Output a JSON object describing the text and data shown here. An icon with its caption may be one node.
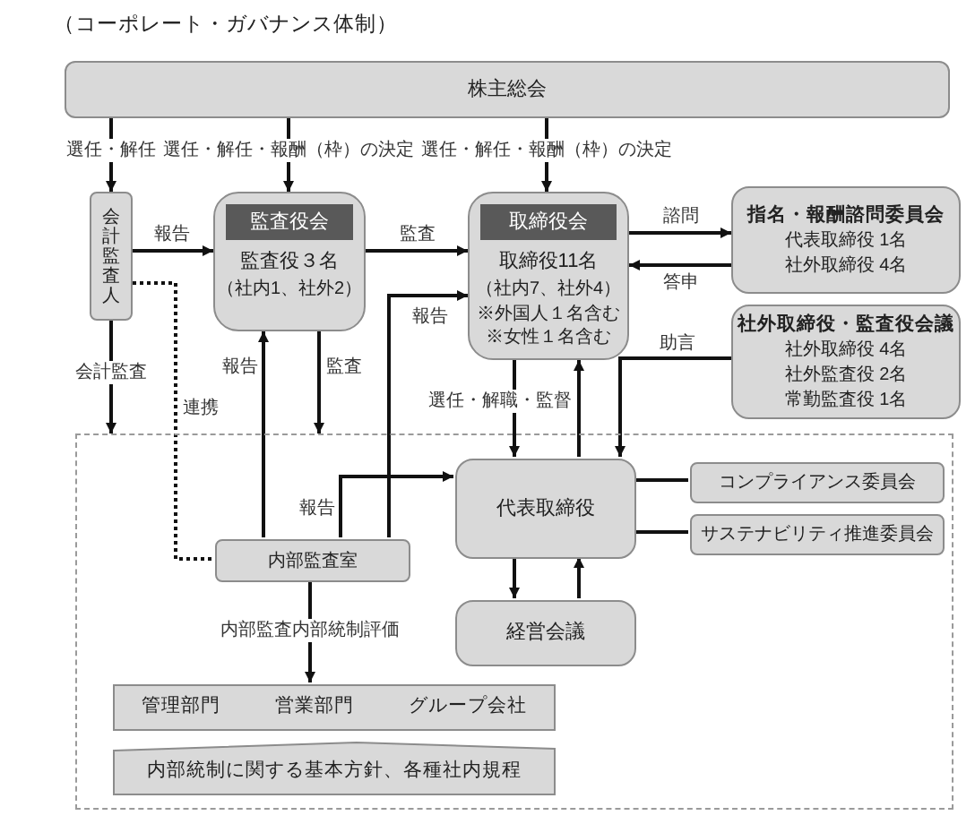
{
  "diagram": {
    "title": "（コーポレート・ガバナンス体制）",
    "nodes": [
      {
        "text": [
          "株主総会"
        ]
      },
      {
        "text": [
          "会計監査人"
        ]
      },
      {
        "text": [
          "監査役会",
          "監査役３名",
          "（社内1、社外2）"
        ]
      },
      {
        "text": [
          "取締役会",
          "取締役11名",
          "（社内7、社外4）",
          "※外国人１名含む",
          "※女性１名含む"
        ]
      },
      {
        "text": [
          "指名・報酬諮問委員会",
          "代表取締役 1名",
          "社外取締役 4名"
        ]
      },
      {
        "text": [
          "社外取締役・監査役会議",
          "社外取締役 4名",
          "社外監査役 2名",
          "常勤監査役 1名"
        ]
      },
      {
        "text": [],
        "shape": "box"
      },
      {
        "text": [
          "代表取締役"
        ],
        "in": 6
      },
      {
        "text": [
          "コンプライアンス委員会"
        ],
        "in": 6
      },
      {
        "text": [
          "サステナビリティ推進委員会"
        ],
        "in": 6
      },
      {
        "text": [
          "内部監査室"
        ],
        "in": 6
      },
      {
        "text": [
          "経営会議"
        ],
        "in": 6
      },
      {
        "text": [
          "管理部門",
          "営業部門",
          "グループ会社"
        ],
        "in": 6
      },
      {
        "text": [
          "内部統制に関する基本方針、各種社内規程"
        ],
        "in": 6
      }
    ],
    "edges": [
      {
        "from": 0,
        "to": 1,
        "arrow": "to",
        "label": "選任・解任"
      },
      {
        "from": 0,
        "to": 2,
        "arrow": "to",
        "label": "選任・解任・報酬（枠）の決定"
      },
      {
        "from": 0,
        "to": 3,
        "arrow": "to",
        "label": "選任・解任・報酬（枠）の決定"
      },
      {
        "from": 1,
        "to": 2,
        "arrow": "to",
        "label": "報告"
      },
      {
        "from": 2,
        "to": 3,
        "arrow": "to",
        "label": "監査"
      },
      {
        "from": 1,
        "to": 6,
        "arrow": "to",
        "label": "会計監査"
      },
      {
        "from": 1,
        "to": 10,
        "arrow": "none",
        "label": "連携",
        "style": "dashed"
      },
      {
        "from": 10,
        "to": 2,
        "arrow": "to",
        "label": "報告"
      },
      {
        "from": 2,
        "to": 6,
        "arrow": "to",
        "label": "監査"
      },
      {
        "from": 10,
        "to": 3,
        "arrow": "to",
        "label": "報告"
      },
      {
        "from": 10,
        "to": 7,
        "arrow": "to",
        "label": "報告"
      },
      {
        "from": 3,
        "to": 7,
        "arrow": "to",
        "label": "選任・解職・監督"
      },
      {
        "from": 7,
        "to": 3,
        "arrow": "to"
      },
      {
        "from": 3,
        "to": 4,
        "arrow": "to",
        "label": "諮問"
      },
      {
        "from": 4,
        "to": 3,
        "arrow": "to",
        "label": "答申"
      },
      {
        "from": 5,
        "to": 7,
        "arrow": "to",
        "label": "助言"
      },
      {
        "from": 7,
        "to": 8,
        "arrow": "none"
      },
      {
        "from": 7,
        "to": 9,
        "arrow": "none"
      },
      {
        "from": 7,
        "to": 11,
        "arrow": "to"
      },
      {
        "from": 11,
        "to": 7,
        "arrow": "to"
      },
      {
        "from": 10,
        "to": 12,
        "arrow": "to",
        "label": "内部監査内部統制評価"
      }
    ]
  }
}
